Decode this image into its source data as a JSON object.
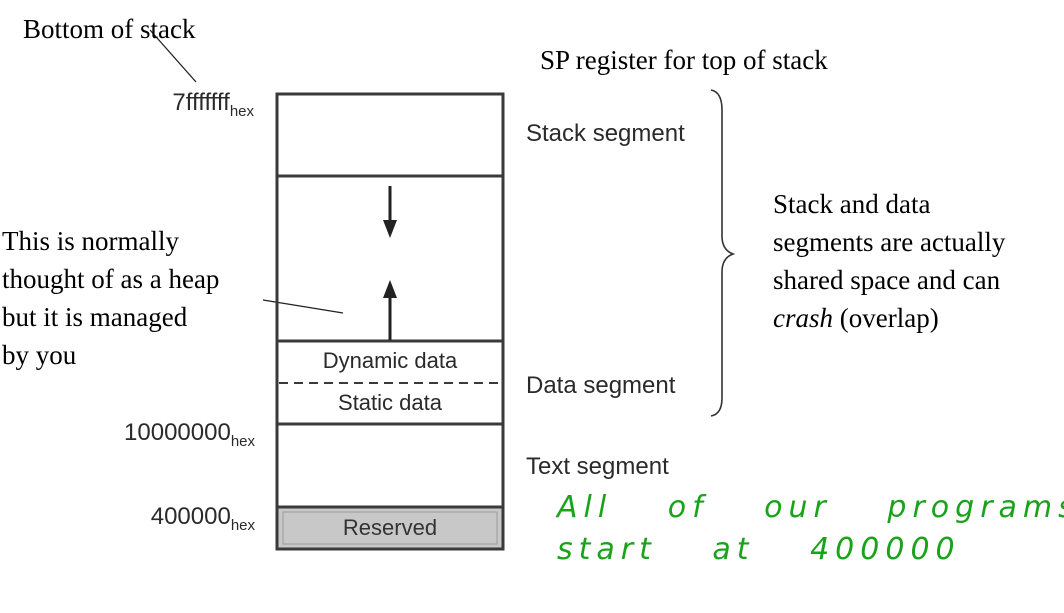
{
  "annotations": {
    "bottom_of_stack": "Bottom of stack",
    "sp_register": "SP register for top of stack",
    "heap_note": [
      "This is normally",
      "thought of as a heap",
      "but it is managed",
      "by you"
    ],
    "shared_note": {
      "lines": [
        "Stack and data",
        "segments are actually",
        "shared space and can"
      ],
      "crash_word": "crash",
      "crash_rest": " (overlap)"
    },
    "handwritten": [
      "All of our programs",
      "start at 400000"
    ]
  },
  "addresses": {
    "stack_top": {
      "value": "7fffffff",
      "suffix": "hex"
    },
    "data_start": {
      "value": "10000000",
      "suffix": "hex"
    },
    "text_start": {
      "value": "400000",
      "suffix": "hex"
    }
  },
  "segments": {
    "stack": "Stack segment",
    "data": "Data segment",
    "text": "Text segment"
  },
  "cells": {
    "dynamic_data": "Dynamic data",
    "static_data": "Static data",
    "reserved": "Reserved"
  },
  "colors": {
    "box_stroke": "#3a3a3a",
    "reserved_fill": "#c8c8c8",
    "handwriting": "#1aa31a"
  }
}
